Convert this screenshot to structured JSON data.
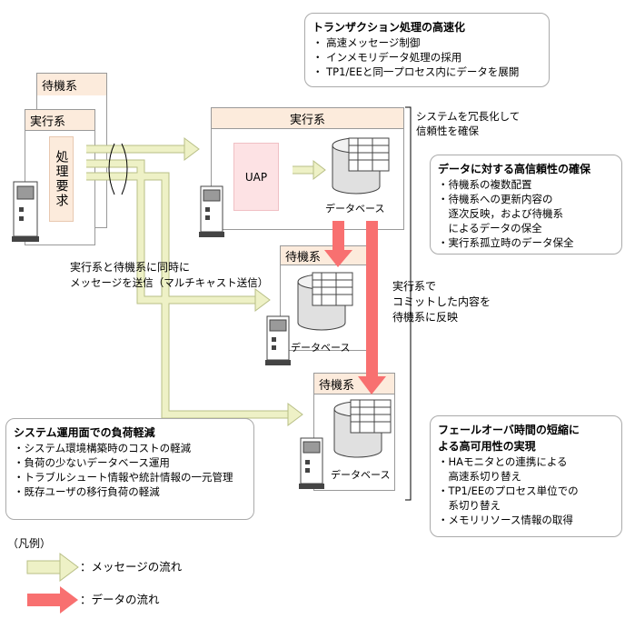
{
  "top_callout": {
    "title": "トランザクション処理の高速化",
    "items": [
      "・ 高速メッセージ制御",
      "・ インメモリデータ処理の採用",
      "・ TP1/EEと同一プロセス内にデータを展開"
    ]
  },
  "left_system": {
    "standby_label": "待機系",
    "active_label": "実行系",
    "process_label": "処理要求"
  },
  "main_system": {
    "active_label": "実行系",
    "uap_label": "UAP",
    "db_label": "データベース"
  },
  "mid_system": {
    "standby_label": "待機系",
    "db_label": "データベース"
  },
  "bottom_system": {
    "standby_label": "待機系",
    "db_label": "データベース"
  },
  "redundancy_note": [
    "システムを冗長化して",
    "信頼性を確保"
  ],
  "reliability_callout": {
    "title": "データに対する高信頼性の確保",
    "items": [
      "・待機系の複数配置",
      "・待機系への更新内容の",
      "　逐次反映，および待機系",
      "　によるデータの保全",
      "・実行系孤立時のデータ保全"
    ]
  },
  "multicast_note": [
    "実行系と待機系に同時に",
    "メッセージを送信（マルチキャスト送信）"
  ],
  "commit_note": [
    "実行系で",
    "コミットした内容を",
    "待機系に反映"
  ],
  "ops_callout": {
    "title": "システム運用面での負荷軽減",
    "items": [
      "・システム環境構築時のコストの軽減",
      "・負荷の少ないデータベース運用",
      "・トラブルシュート情報や統計情報の一元管理",
      "・既存ユーザの移行負荷の軽減"
    ]
  },
  "failover_callout": {
    "title": [
      "フェールオーバ時間の短縮に",
      "よる高可用性の実現"
    ],
    "items": [
      "・HAモニタとの連携による",
      "　高速系切り替え",
      "・TP1/EEのプロセス単位での",
      "　系切り替え",
      "・メモリリソース情報の取得"
    ]
  },
  "legend": {
    "title": "（凡例）",
    "message_flow": "：メッセージの流れ",
    "data_flow": "：データの流れ"
  },
  "colors": {
    "header_fill": "#fcebdc",
    "message_arrow_fill": "#eef1c6",
    "message_arrow_stroke": "#b8bf86",
    "data_arrow": "#f87070",
    "uap_fill": "#fde2e4"
  }
}
